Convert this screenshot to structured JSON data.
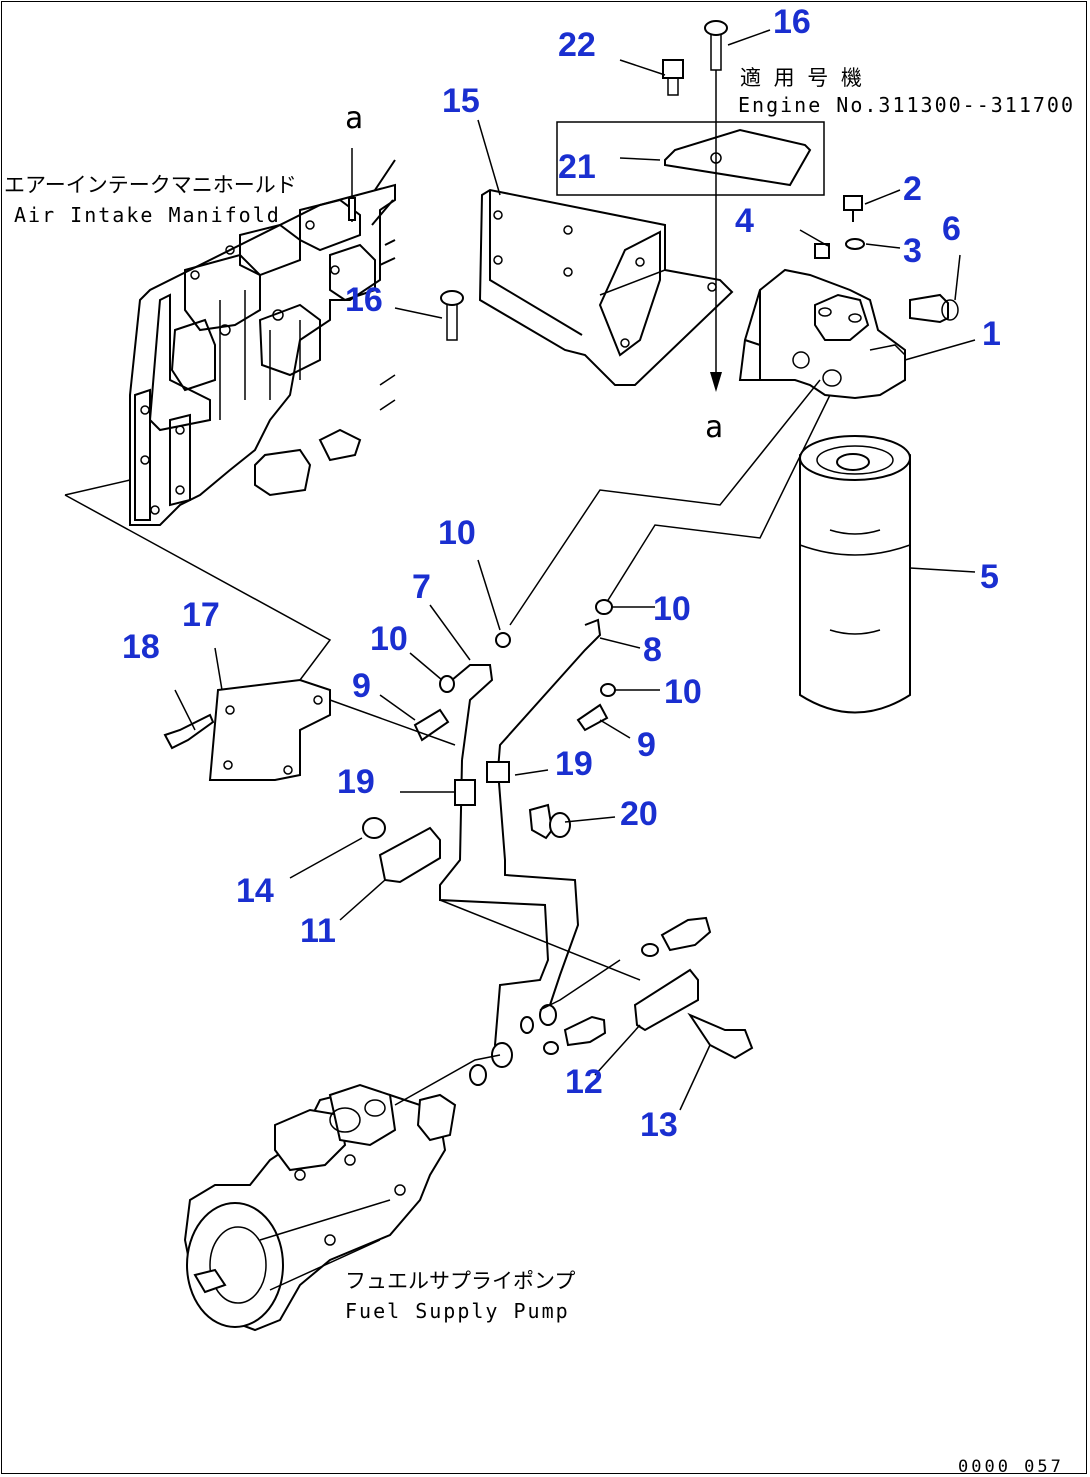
{
  "callouts": {
    "c1": "1",
    "c2": "2",
    "c3": "3",
    "c4": "4",
    "c5": "5",
    "c6": "6",
    "c7": "7",
    "c8": "8",
    "c9a": "9",
    "c9b": "9",
    "c10a": "10",
    "c10b": "10",
    "c10c": "10",
    "c10d": "10",
    "c11": "11",
    "c12": "12",
    "c13": "13",
    "c14": "14",
    "c15": "15",
    "c16a": "16",
    "c16b": "16",
    "c17": "17",
    "c18": "18",
    "c19a": "19",
    "c19b": "19",
    "c20": "20",
    "c21": "21",
    "c22": "22"
  },
  "labels": {
    "applicable_jp": "適 用 号 機",
    "applicable_en": "Engine No.311300--311700",
    "manifold_jp": "エアーインテークマニホールド",
    "manifold_en": "Air Intake Manifold",
    "pump_jp": "フュエルサプライポンプ",
    "pump_en": "Fuel Supply Pump",
    "ref_a_top": "a",
    "ref_a_bottom": "a",
    "doc_id": "0000 057"
  },
  "colors": {
    "callout": "#1a2fd0",
    "line": "#000000",
    "background": "#ffffff"
  }
}
